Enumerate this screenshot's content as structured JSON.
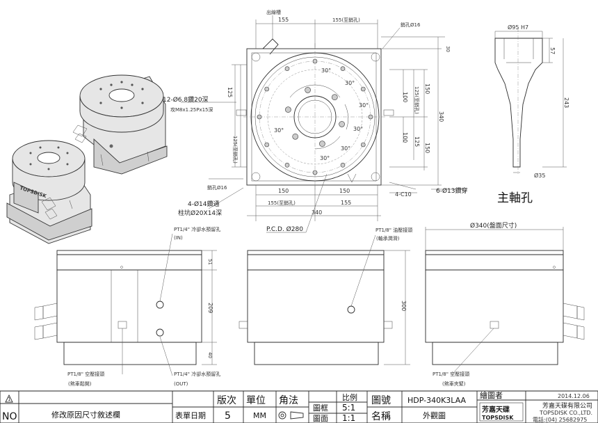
{
  "top_view": {
    "outlet_label": "出線槽",
    "dim_top_left": "155",
    "dim_top_center": "155(至銷孔)",
    "pin_hole_top": "銷孔Ø16",
    "dim_right_30": "30",
    "dim_right_100": "100",
    "dim_right_125": "125(至銷孔)",
    "dim_right_150": "150",
    "dim_right_340": "340",
    "dim_right_100b": "100",
    "dim_right_125b": "125",
    "dim_right_150b": "150",
    "dim_left_125": "125",
    "dim_left_125b": "125(至銷孔)",
    "pin_hole_bottom": "銷孔Ø16",
    "chamfer": "4-C10",
    "thru_holes": "6-Ø13鑽穿",
    "tap_holes": "12-Ø6.8鑽20深",
    "tap_thread": "攻M8x1.25Px15深",
    "counterbore_a": "4-Ø14鑽通",
    "counterbore_b": "柱坑Ø20X14深",
    "dim_bottom_150a": "150",
    "dim_bottom_150b": "150",
    "dim_bottom_155a": "155(至銷孔)",
    "dim_bottom_155b": "155",
    "dim_bottom_340": "340",
    "pcd": "P.C.D. Ø280",
    "angle_30": "30°"
  },
  "spindle": {
    "dim_top": "Ø95 H7",
    "dim_57": "57",
    "dim_243": "243",
    "dim_bottom": "Ø35",
    "title": "主軸孔"
  },
  "front_view": {
    "label_top": "PT1/4\" 冷卻水預留孔",
    "label_top_sub": "(IN)",
    "dim_51": "51",
    "dim_209": "209",
    "dim_40": "40",
    "label_bottom_a": "PT1/8\" 空壓接頭",
    "label_bottom_a_sub": "(煞車鬆開)",
    "label_bottom_b": "PT1/4\" 冷卻水預留孔",
    "label_bottom_b_sub": "(OUT)"
  },
  "side_view": {
    "label": "PT1/8\" 油壓接頭",
    "label_sub": "(軸承潤滑)",
    "dim_300": "300"
  },
  "right_view": {
    "dim_top": "Ø340(盤面尺寸)",
    "label": "PT1/8\" 空壓接頭",
    "label_sub": "(煞車夾緊)"
  },
  "title_block": {
    "revision_header": "NO",
    "revision_desc": "修改原因尺寸敘述欄",
    "table_date": "表單日期",
    "version_label": "版次",
    "version_value": "5",
    "unit_label": "單位",
    "unit_value": "MM",
    "angle_label": "角法",
    "frame_label": "圖框",
    "face_label": "圖面",
    "scale_label": "比例",
    "scale_frame": "5:1",
    "scale_face": "1:1",
    "dwg_no_label": "圖號",
    "dwg_no_value": "HDP-340K3LAA",
    "name_label": "名稱",
    "name_value": "外觀圖",
    "drawer_label": "繪圖者",
    "date": "2014.12.06",
    "company_cn": "芳嘉天碟有限公司",
    "company_en": "TOPSDISK CO.,LTD.",
    "phone": "電話:(04) 25682975",
    "logo_cn": "芳嘉天碟",
    "logo_en": "TOPSDISK"
  }
}
